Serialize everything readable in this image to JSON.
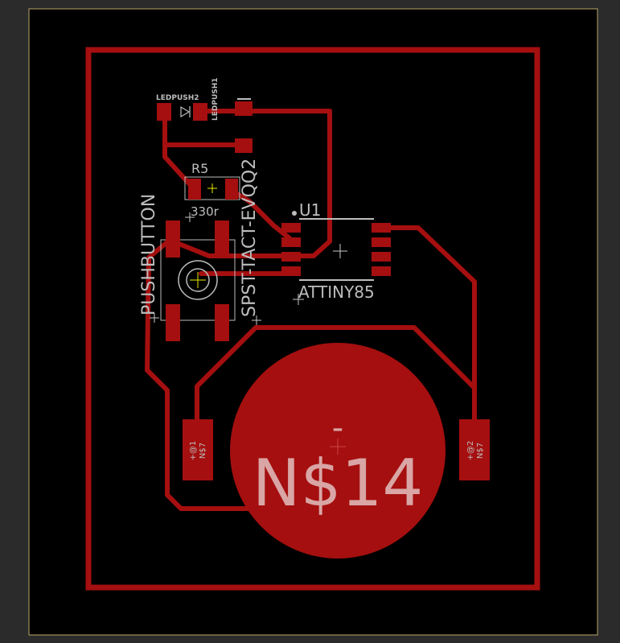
{
  "colors": {
    "background": "#2b2b2b",
    "board": "#000000",
    "board_outline": "#b8a86a",
    "copper": "#a50f0f",
    "silkscreen": "#bdbdbd",
    "silk_text_on_copper": "#d9a5a5",
    "origin_cross": "#c8c8c8",
    "origin_cross_accent": "#e8e800"
  },
  "labels": {
    "led_push2": "LEDPUSH2",
    "led_push1": "LEDPUSH1",
    "r5": "R5",
    "r5_value": "330r",
    "pushbutton": "PUSHBUTTON",
    "spst": "SPST-TACT-EVQQ2",
    "u1": "U1",
    "attiny": "ATTINY85",
    "battery_minus": "-",
    "battery_name": "N$14",
    "pad_left_name": "N$7",
    "pad_left_pin": "+@1",
    "pad_right_name": "N$7",
    "pad_right_pin": "+@2"
  }
}
